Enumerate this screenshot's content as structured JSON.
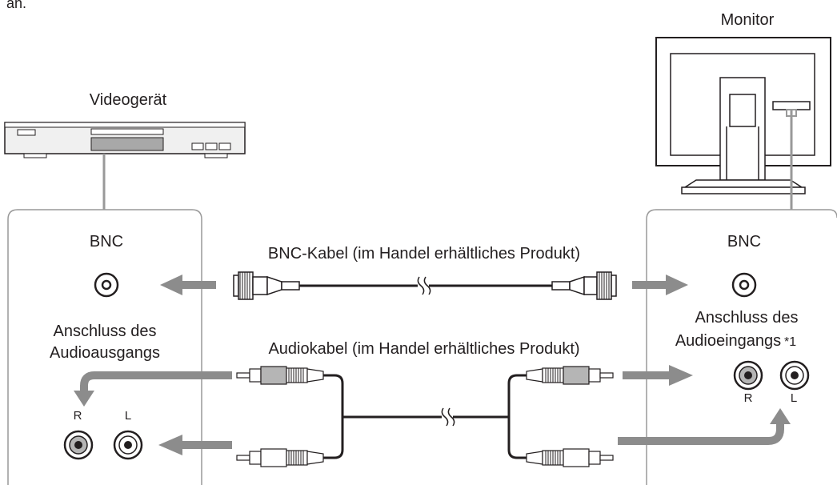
{
  "top_fragment": "an.",
  "devices": {
    "monitor_label": "Monitor",
    "video_device_label": "Videogerät"
  },
  "left_panel": {
    "bnc_label": "BNC",
    "audio_out_line1": "Anschluss des",
    "audio_out_line2": "Audioausgangs",
    "channel_r": "R",
    "channel_l": "L"
  },
  "right_panel": {
    "bnc_label": "BNC",
    "audio_in_line1": "Anschluss des",
    "audio_in_line2": "Audioeingangs",
    "footnote_mark": "*1",
    "channel_r": "R",
    "channel_l": "L"
  },
  "cables": {
    "bnc_cable_label": "BNC-Kabel (im Handel erhältliches Produkt)",
    "audio_cable_label": "Audiokabel (im Handel erhältliches Produkt)"
  },
  "colors": {
    "arrow_gray": "#8c8c8c",
    "panel_border": "#999999",
    "line_black": "#231f20",
    "device_fill": "#f0f0f0"
  }
}
